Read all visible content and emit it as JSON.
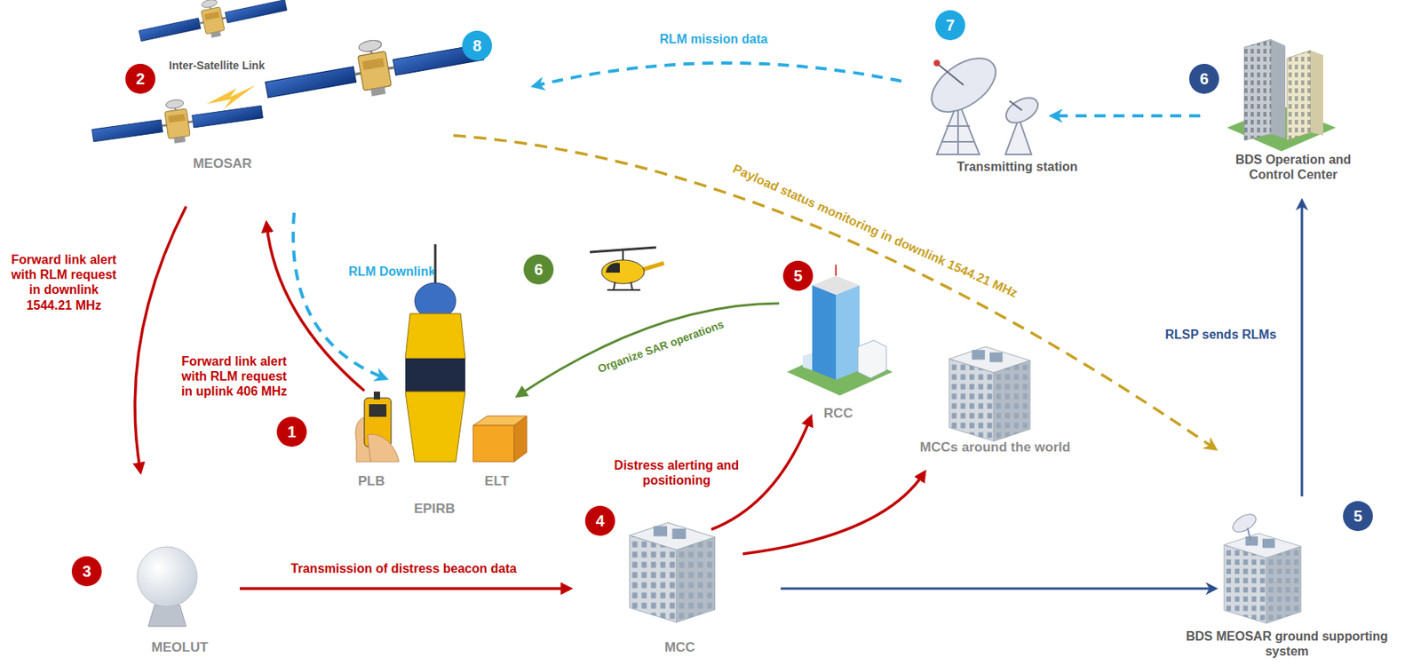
{
  "diagram": {
    "nodes": [
      {
        "text": [
          "MEOSAR"
        ]
      },
      {
        "text": [
          "Transmitting station"
        ]
      },
      {
        "text": [
          "BDS Operation and Control Center"
        ]
      },
      {
        "text": [
          "PLB",
          "EPIRB",
          "ELT"
        ]
      },
      {
        "text": [
          "RCC"
        ]
      },
      {
        "text": [
          "MCCs around the world"
        ]
      },
      {
        "text": [
          "MEOLUT"
        ]
      },
      {
        "text": [
          "MCC"
        ]
      },
      {
        "text": [
          "BDS MEOSAR ground supporting system"
        ]
      }
    ],
    "edges": [
      {
        "from": 3,
        "to": 0,
        "label": "Forward link alert with RLM request in uplink 406 MHz",
        "arrow": "to"
      },
      {
        "from": 0,
        "to": 6,
        "label": "Forward link alert with RLM request in downlink 1544.21 MHz",
        "arrow": "to"
      },
      {
        "from": 0,
        "to": 3,
        "label": "RLM Downlink",
        "arrow": "to"
      },
      {
        "from": 1,
        "to": 0,
        "label": "RLM mission data",
        "arrow": "to"
      },
      {
        "from": 2,
        "to": 1,
        "arrow": "to"
      },
      {
        "from": 0,
        "to": 8,
        "label": "Payload status monitoring in downlink 1544.21 MHz",
        "arrow": "to"
      },
      {
        "from": 8,
        "to": 2,
        "label": "RLSP sends RLMs",
        "arrow": "to"
      },
      {
        "from": 6,
        "to": 7,
        "label": "Transmission of distress beacon data",
        "arrow": "to"
      },
      {
        "from": 7,
        "to": 4,
        "label": "Distress alerting and positioning",
        "arrow": "to"
      },
      {
        "from": 7,
        "to": 5,
        "arrow": "to"
      },
      {
        "from": 7,
        "to": 8,
        "arrow": "to"
      },
      {
        "from": 4,
        "to": 3,
        "label": "Organize SAR operations",
        "arrow": "to"
      }
    ],
    "labels": [
      "2",
      "8",
      "7",
      "6",
      "Inter-Satellite Link",
      "6",
      "5",
      "1",
      "3",
      "4",
      "5"
    ]
  }
}
